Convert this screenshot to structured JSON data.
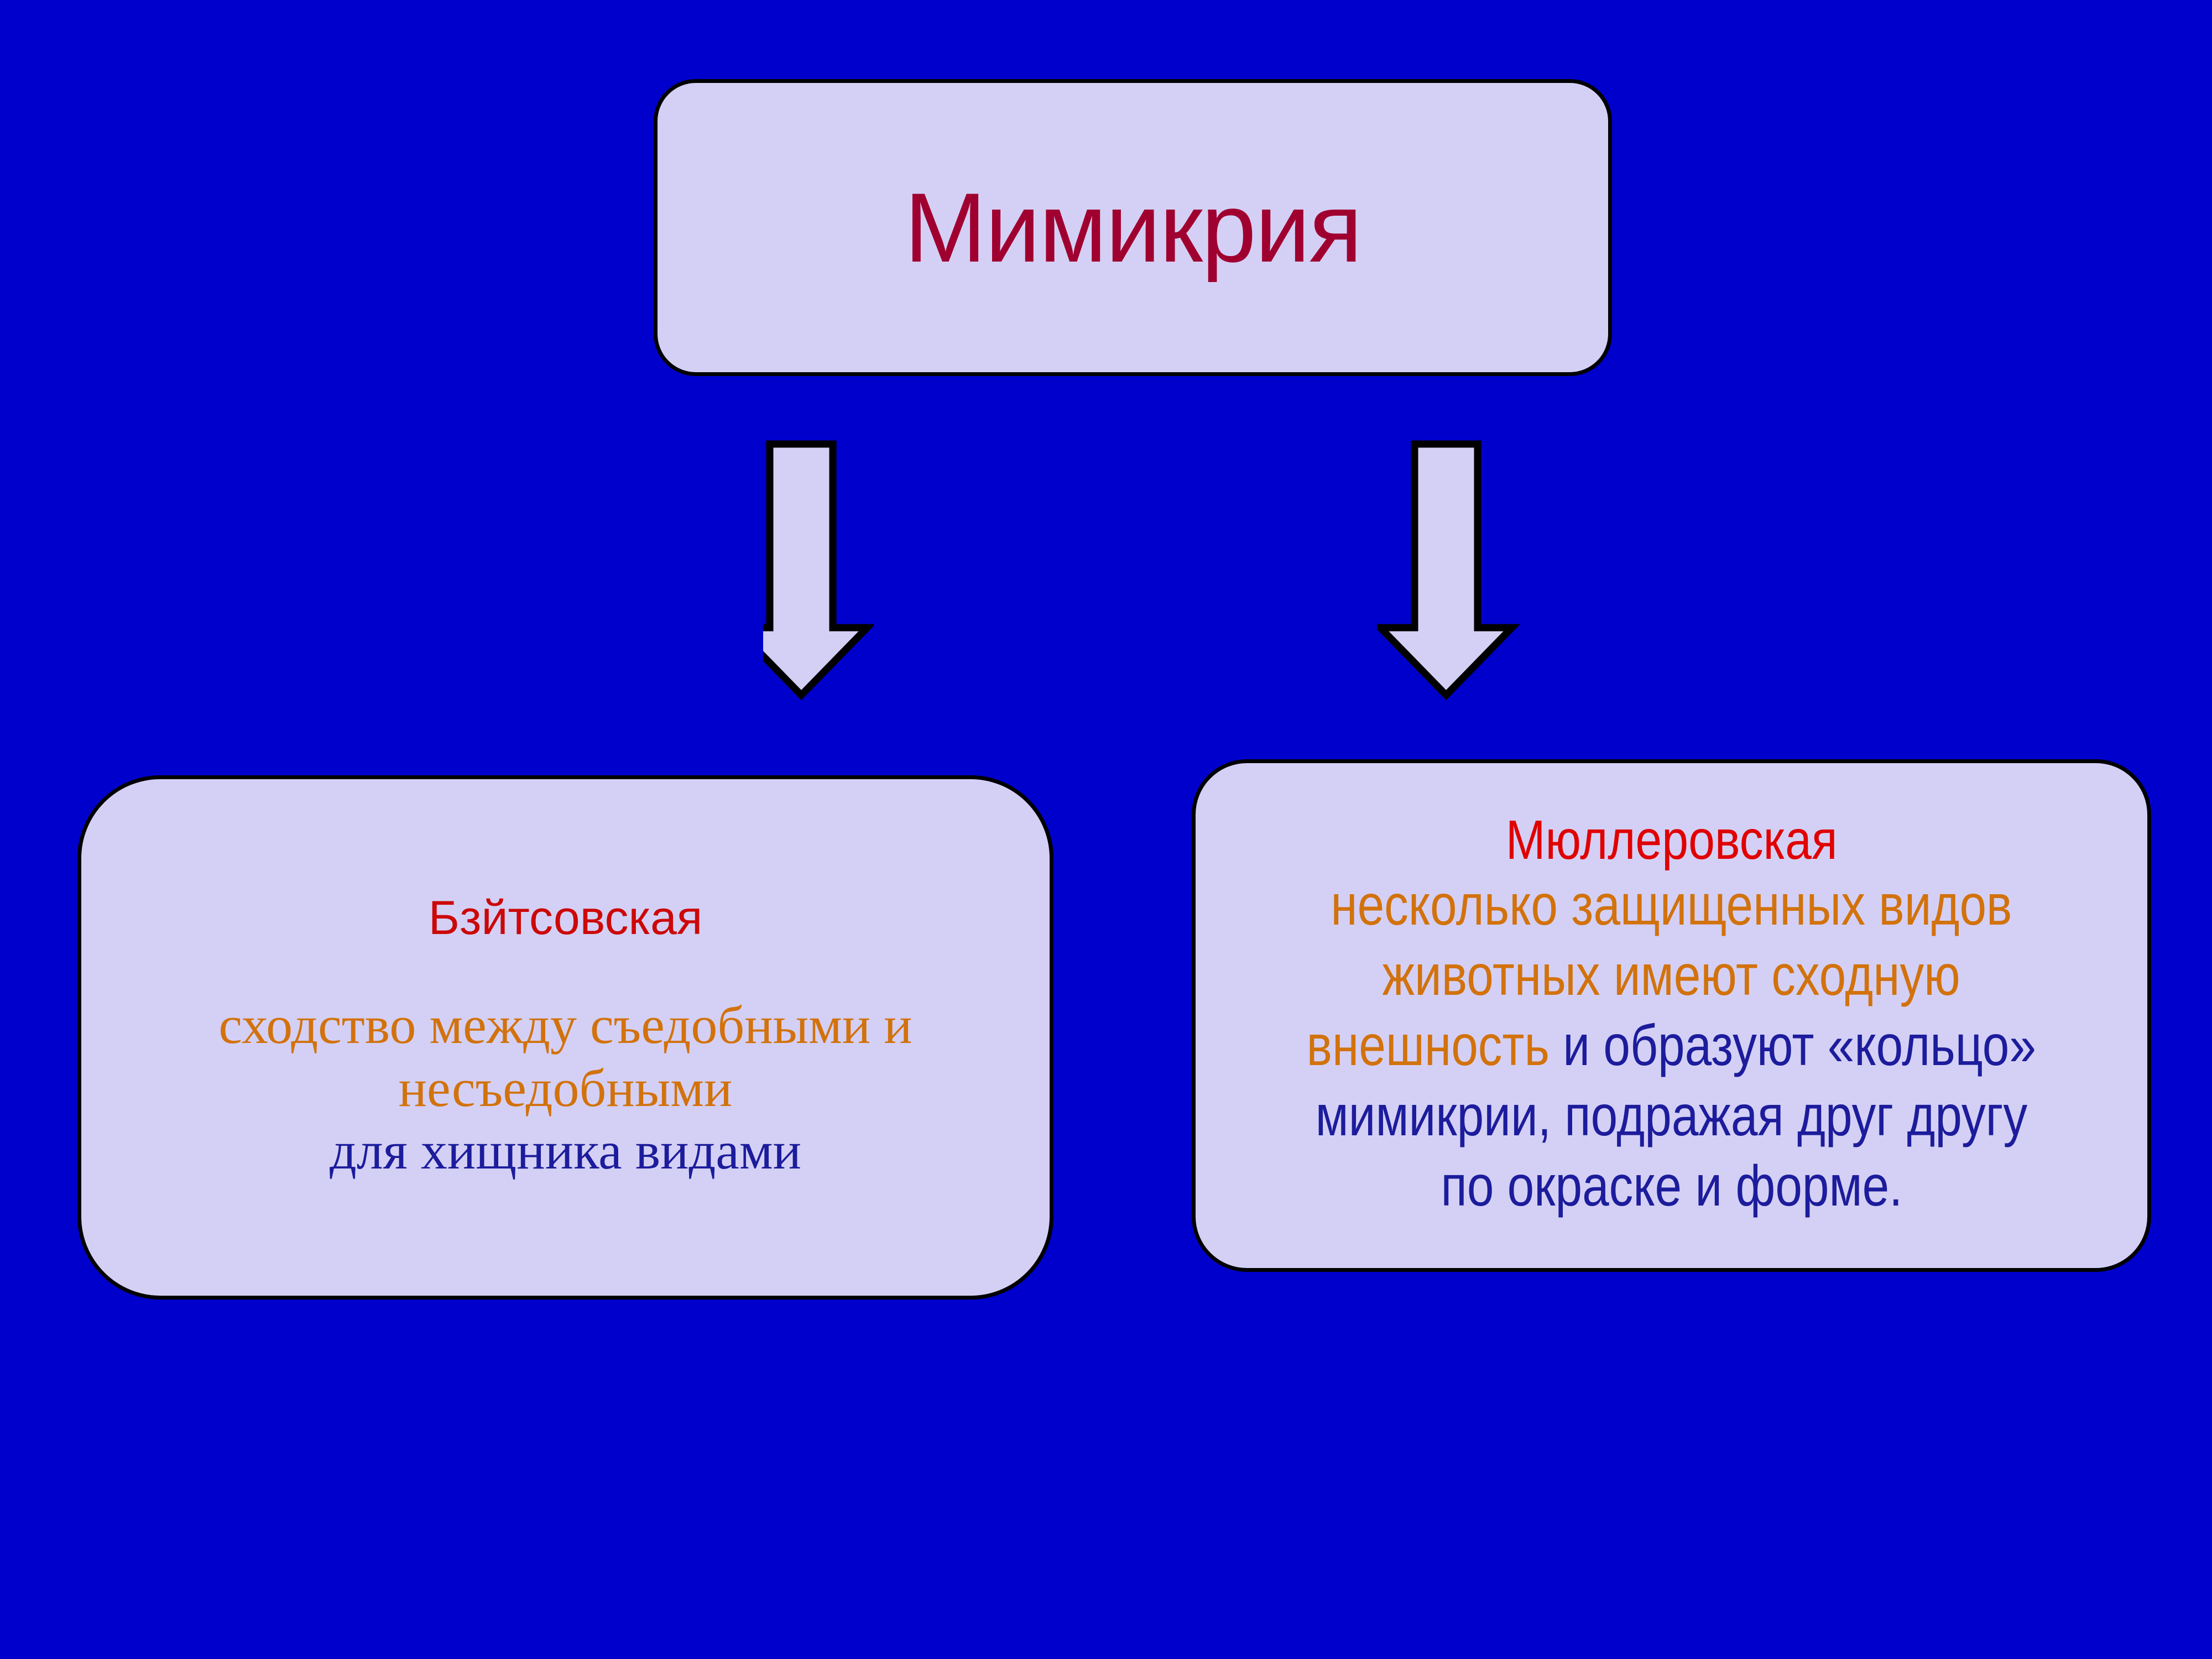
{
  "slide": {
    "background_color": "#0000CC",
    "box_fill_color": "#D4D0F5",
    "box_border_color": "#000000"
  },
  "title_box": {
    "text": "Мимикрия",
    "color": "#A0002F"
  },
  "arrows": [
    {
      "name": "arrow-to-batesian",
      "direction": "down",
      "fill": "#D4D0F5",
      "stroke": "#000000"
    },
    {
      "name": "arrow-to-mullerian",
      "direction": "down",
      "fill": "#D4D0F5",
      "stroke": "#000000"
    }
  ],
  "left_box": {
    "heading": "Бзйтсовская",
    "heading_color": "#CC0808",
    "lines": [
      {
        "text": "сходство между съедобными и",
        "color": "#D2720C"
      },
      {
        "text": "несъедобными",
        "color": "#D2720C"
      },
      {
        "text": "для хищника видами",
        "color": "#1C1C9C"
      }
    ]
  },
  "right_box": {
    "heading": "Мюллеровская",
    "heading_color": "#E00000",
    "lines": [
      {
        "segments": [
          {
            "text": "несколько защищенных видов",
            "color": "#D2720C"
          }
        ]
      },
      {
        "segments": [
          {
            "text": "животных имеют сходную",
            "color": "#D2720C"
          }
        ]
      },
      {
        "segments": [
          {
            "text": "внешность ",
            "color": "#D2720C"
          },
          {
            "text": "и образуют «кольцо»",
            "color": "#1C1C9C"
          }
        ]
      },
      {
        "segments": [
          {
            "text": "мимикрии, подражая друг другу",
            "color": "#1C1C9C"
          }
        ]
      },
      {
        "segments": [
          {
            "text": "по окраске и форме.",
            "color": "#1C1C9C"
          }
        ]
      }
    ]
  }
}
